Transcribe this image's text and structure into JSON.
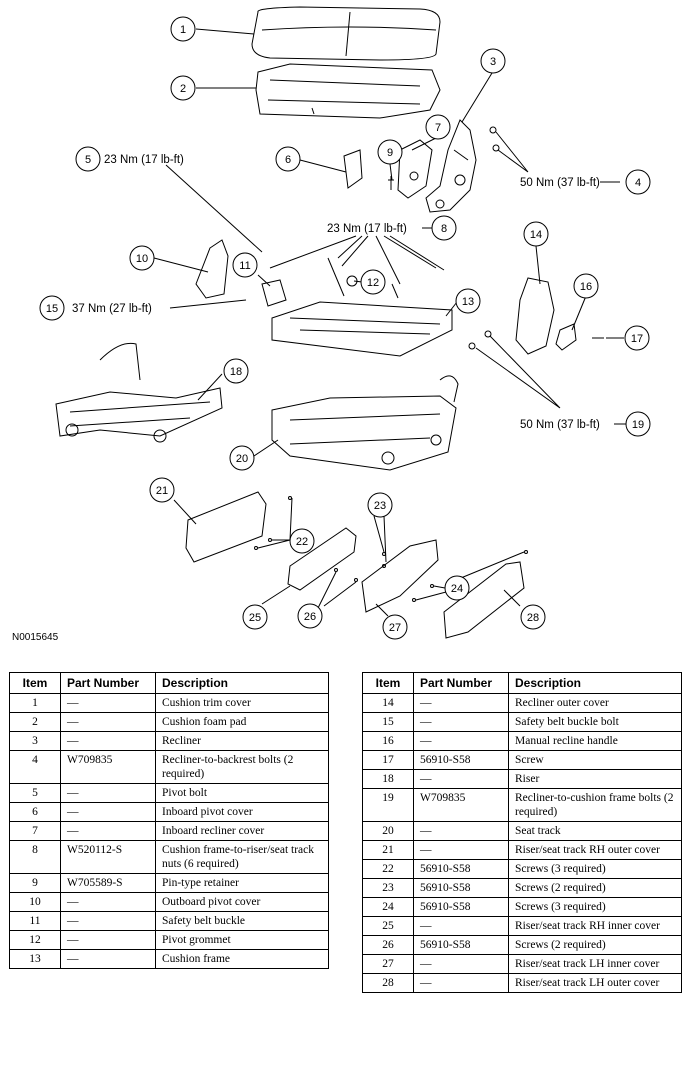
{
  "figure_id": "N0015645",
  "callouts": [
    {
      "num": "1"
    },
    {
      "num": "2"
    },
    {
      "num": "3"
    },
    {
      "num": "4"
    },
    {
      "num": "5"
    },
    {
      "num": "6"
    },
    {
      "num": "7"
    },
    {
      "num": "8"
    },
    {
      "num": "9"
    },
    {
      "num": "10"
    },
    {
      "num": "11"
    },
    {
      "num": "12"
    },
    {
      "num": "13"
    },
    {
      "num": "14"
    },
    {
      "num": "15"
    },
    {
      "num": "16"
    },
    {
      "num": "17"
    },
    {
      "num": "18"
    },
    {
      "num": "19"
    },
    {
      "num": "20"
    },
    {
      "num": "21"
    },
    {
      "num": "22"
    },
    {
      "num": "23"
    },
    {
      "num": "24"
    },
    {
      "num": "25"
    },
    {
      "num": "26"
    },
    {
      "num": "27"
    },
    {
      "num": "28"
    }
  ],
  "torques": {
    "t5": "23 Nm (17 lb-ft)",
    "t4": "50 Nm (37 lb-ft)",
    "t8": "23 Nm (17 lb-ft)",
    "t15": "37 Nm (27 lb-ft)",
    "t19": "50 Nm (37 lb-ft)"
  },
  "table": {
    "headers": {
      "item": "Item",
      "part_number": "Part Number",
      "description": "Description"
    },
    "left": [
      {
        "item": "1",
        "part": "—",
        "desc": "Cushion trim cover"
      },
      {
        "item": "2",
        "part": "—",
        "desc": "Cushion foam pad"
      },
      {
        "item": "3",
        "part": "—",
        "desc": "Recliner"
      },
      {
        "item": "4",
        "part": "W709835",
        "desc": "Recliner-to-backrest bolts (2 required)"
      },
      {
        "item": "5",
        "part": "—",
        "desc": "Pivot bolt"
      },
      {
        "item": "6",
        "part": "—",
        "desc": "Inboard pivot cover"
      },
      {
        "item": "7",
        "part": "—",
        "desc": "Inboard recliner cover"
      },
      {
        "item": "8",
        "part": "W520112-S",
        "desc": "Cushion frame-to-riser/seat track nuts (6 required)"
      },
      {
        "item": "9",
        "part": "W705589-S",
        "desc": "Pin-type retainer"
      },
      {
        "item": "10",
        "part": "—",
        "desc": "Outboard pivot cover"
      },
      {
        "item": "11",
        "part": "—",
        "desc": "Safety belt buckle"
      },
      {
        "item": "12",
        "part": "—",
        "desc": "Pivot grommet"
      },
      {
        "item": "13",
        "part": "—",
        "desc": "Cushion frame"
      }
    ],
    "right": [
      {
        "item": "14",
        "part": "—",
        "desc": "Recliner outer cover"
      },
      {
        "item": "15",
        "part": "—",
        "desc": "Safety belt buckle bolt"
      },
      {
        "item": "16",
        "part": "—",
        "desc": "Manual recline handle"
      },
      {
        "item": "17",
        "part": "56910-S58",
        "desc": "Screw"
      },
      {
        "item": "18",
        "part": "—",
        "desc": "Riser"
      },
      {
        "item": "19",
        "part": "W709835",
        "desc": "Recliner-to-cushion frame bolts (2 required)"
      },
      {
        "item": "20",
        "part": "—",
        "desc": "Seat track"
      },
      {
        "item": "21",
        "part": "—",
        "desc": "Riser/seat track RH outer cover"
      },
      {
        "item": "22",
        "part": "56910-S58",
        "desc": "Screws (3 required)"
      },
      {
        "item": "23",
        "part": "56910-S58",
        "desc": "Screws (2 required)"
      },
      {
        "item": "24",
        "part": "56910-S58",
        "desc": "Screws (3 required)"
      },
      {
        "item": "25",
        "part": "—",
        "desc": "Riser/seat track RH inner cover"
      },
      {
        "item": "26",
        "part": "56910-S58",
        "desc": "Screws (2 required)"
      },
      {
        "item": "27",
        "part": "—",
        "desc": "Riser/seat track LH inner cover"
      },
      {
        "item": "28",
        "part": "—",
        "desc": "Riser/seat track LH outer cover"
      }
    ]
  }
}
